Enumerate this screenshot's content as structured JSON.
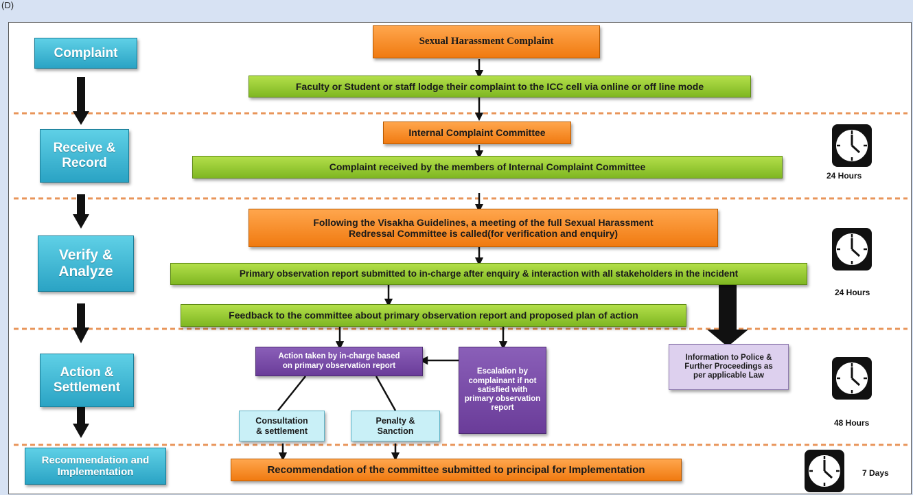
{
  "corner_text": "(D)",
  "stages": {
    "complaint": "Complaint",
    "receive": "Receive & Record",
    "verify": "Verify & Analyze",
    "action": "Action & Settlement",
    "recommend": "Recommendation and Implementation"
  },
  "steps": {
    "sexual_harassment_complaint": "Sexual Harassment Complaint",
    "lodge": "Faculty or Student or staff lodge their complaint to the ICC cell via online or off line mode",
    "icc": "Internal Complaint Committee",
    "received": "Complaint received by the members of Internal Complaint Committee",
    "visakha": "Following the Visakha Guidelines, a meeting of the full Sexual Harassment Redressal Committee is called(for verification and enquiry)",
    "primary_report": "Primary observation report submitted to in-charge after enquiry & interaction with all stakeholders in the incident",
    "feedback": "Feedback to the committee about primary observation report and proposed plan of action",
    "action_taken": "Action taken by in-charge based on primary observation report",
    "escalation": "Escalation by complainant if not satisfied with primary observation report",
    "police": "Information to Police & Further Proceedings as per applicable Law",
    "consultation": "Consultation & settlement",
    "penalty": "Penalty & Sanction",
    "recommendation": "Recommendation of the committee submitted to principal for Implementation"
  },
  "durations": {
    "receive": "24 Hours",
    "verify": "24 Hours",
    "action": "48 Hours",
    "recommend": "7 Days"
  },
  "colors": {
    "stage": "#2aa3c4",
    "orange": "#f07a10",
    "green": "#7fb722",
    "purple": "#6a3c99",
    "lavender": "#ddd0ee",
    "cyan": "#c9f0f7",
    "divider": "#e8955a"
  },
  "icons": {
    "clock": "clock-icon",
    "arrow": "down-arrow-icon"
  }
}
